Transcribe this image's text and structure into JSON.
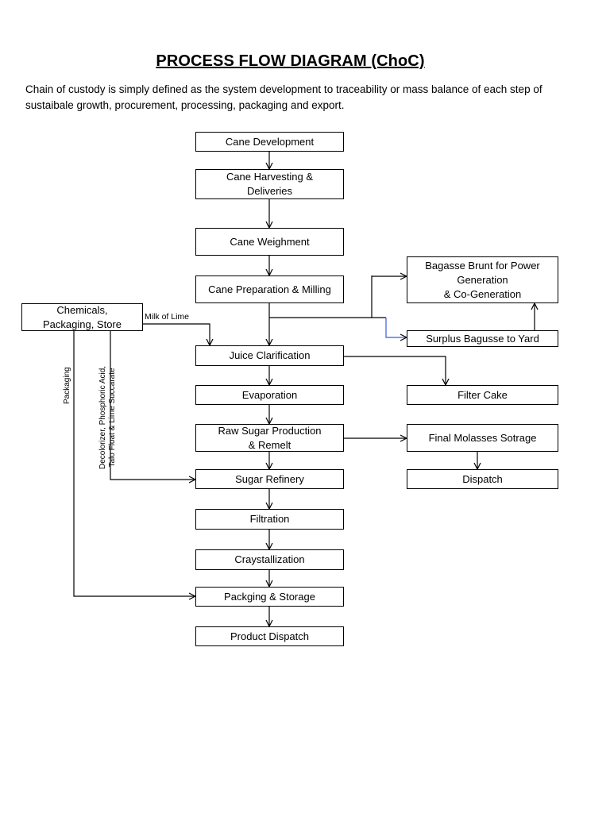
{
  "title": "PROCESS FLOW DIAGRAM (ChoC)",
  "intro": "Chain of custody is simply defined as the system development to traceability or mass balance of each step of sustaibale growth, procurement, processing, packaging and export.",
  "nodes": {
    "cane_development": "Cane Development",
    "cane_harvesting": "Cane Harvesting &\nDeliveries",
    "cane_weighment": "Cane Weighment",
    "cane_preparation": "Cane Preparation & Milling",
    "juice_clarification": "Juice Clarification",
    "evaporation": "Evaporation",
    "raw_sugar": "Raw Sugar Production\n& Remelt",
    "sugar_refinery": "Sugar Refinery",
    "filtration": "Filtration",
    "crystallization": "Craystallization",
    "packaging_storage": "Packging & Storage",
    "product_dispatch": "Product Dispatch",
    "chemicals": "Chemicals,\nPackaging, Store",
    "bagasse_power": "Bagasse Brunt for Power\nGeneration\n& Co-Generation",
    "surplus_bagasse": "Surplus Bagusse to Yard",
    "filter_cake": "Filter Cake",
    "final_molasses": "Final Molasses Sotrage",
    "dispatch": "Dispatch"
  },
  "edge_labels": {
    "milk_of_lime": "Milk of Lime",
    "packaging": "Packaging",
    "decolorizer": "Decolorizer, Phosphoric Acid,\nTalo Float & Lime Succarate"
  }
}
